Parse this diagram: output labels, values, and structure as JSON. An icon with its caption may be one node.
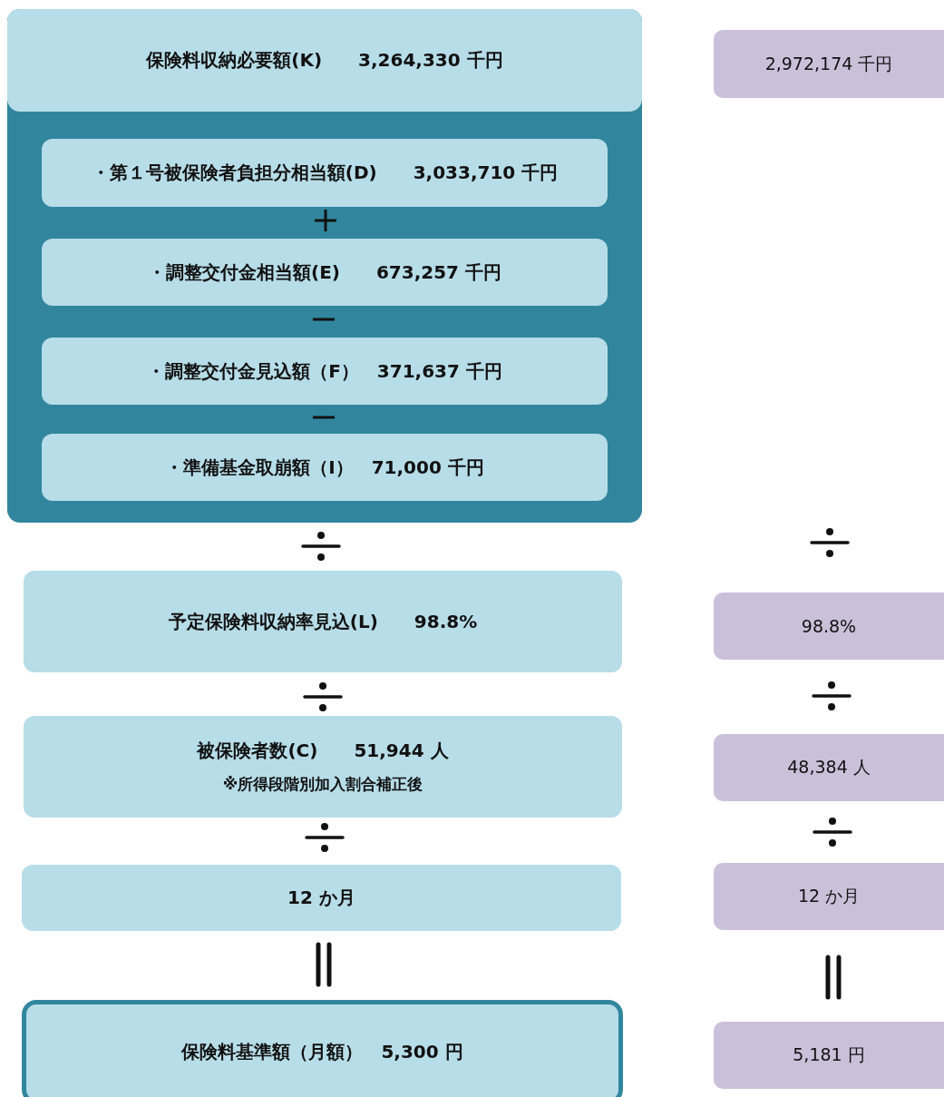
{
  "diagram": {
    "nodes": [
      {
        "text": [],
        "shape": "box"
      },
      {
        "text": [
          "保険料収納必要額(K)　　3,264,330 千円"
        ],
        "in": 0
      },
      {
        "text": [
          "・第１号被保険者負担分相当額(D)　　3,033,710 千円"
        ],
        "in": 0
      },
      {
        "text": [
          "・調整交付金相当額(E)　　673,257 千円"
        ],
        "in": 0
      },
      {
        "text": [
          "・調整交付金見込額（F）　371,637 千円"
        ],
        "in": 0
      },
      {
        "text": [
          "・準備基金取崩額（I）　71,000 千円"
        ],
        "in": 0
      },
      {
        "text": [
          "予定保険料収納率見込(L)　　98.8%"
        ]
      },
      {
        "text": [
          "被保険者数(C)　　51,944 人",
          "※所得段階別加入割合補正後"
        ]
      },
      {
        "text": [
          "12 か月"
        ]
      },
      {
        "text": [
          "保険料基準額（月額）　5,300 円"
        ]
      },
      {
        "text": [
          "2,972,174 千円"
        ]
      },
      {
        "text": [
          "98.8%"
        ]
      },
      {
        "text": [
          "48,384 人"
        ]
      },
      {
        "text": [
          "12 か月"
        ]
      },
      {
        "text": [
          "5,181 円"
        ]
      }
    ]
  }
}
